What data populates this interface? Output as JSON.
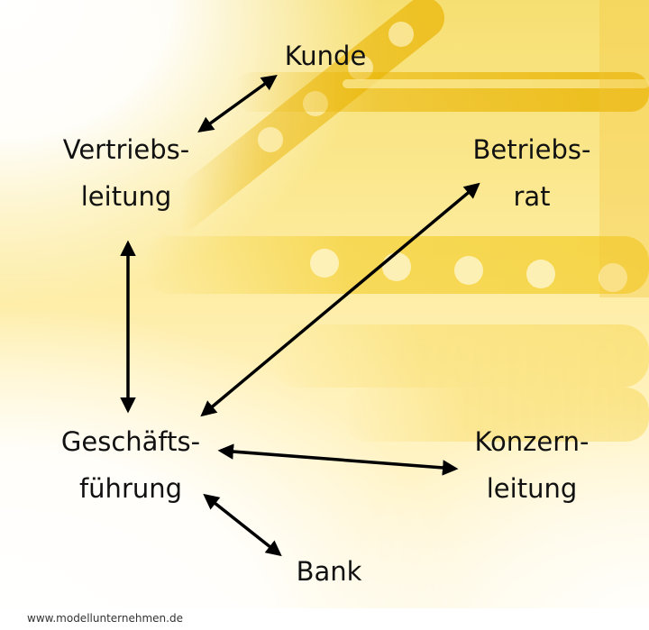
{
  "nodes": {
    "kunde": {
      "line1": "Kunde"
    },
    "vertriebsleitung": {
      "line1": "Vertriebs-",
      "line2": "leitung"
    },
    "betriebsrat": {
      "line1": "Betriebs-",
      "line2": "rat"
    },
    "geschaeftsfuehrung": {
      "line1": "Geschäfts-",
      "line2": "führung"
    },
    "konzernleitung": {
      "line1": "Konzern-",
      "line2": "leitung"
    },
    "bank": {
      "line1": "Bank"
    }
  },
  "footer": {
    "url": "www.modellunternehmen.de"
  },
  "colors": {
    "accent": "#f6d34a",
    "arrow": "#000000"
  }
}
